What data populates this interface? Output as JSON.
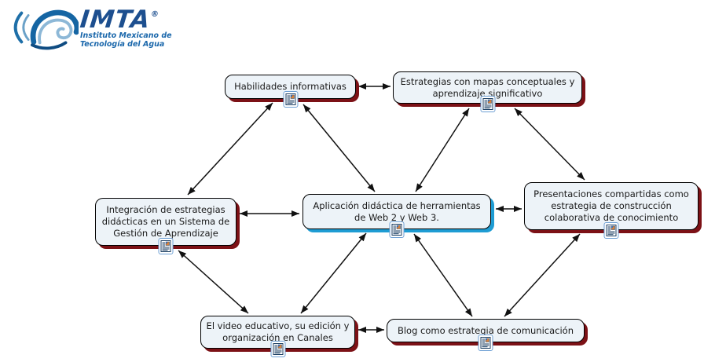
{
  "logo": {
    "brand": "IMTA",
    "registered": "®",
    "tagline_line1": "Instituto Mexicano de",
    "tagline_line2": "Tecnología del Agua"
  },
  "concept_map": {
    "nodes": [
      {
        "id": "habilidades",
        "label": "Habilidades informativas",
        "selected": false
      },
      {
        "id": "estrategias_mapas",
        "label": "Estrategias con mapas conceptuales y aprendizaje significativo",
        "selected": false
      },
      {
        "id": "integracion_sga",
        "label": "Integración de estrategias didácticas en un Sistema de Gestión de Aprendizaje",
        "selected": false
      },
      {
        "id": "aplicacion_web",
        "label": "Aplicación didáctica de herramientas de Web 2 y Web 3.",
        "selected": true
      },
      {
        "id": "presentaciones",
        "label": "Presentaciones compartidas como estrategia de construcción colaborativa de conocimiento",
        "selected": false
      },
      {
        "id": "video_educativo",
        "label": "El video educativo, su edición y organización en Canales",
        "selected": false
      },
      {
        "id": "blog",
        "label": "Blog como estrategia de comunicación",
        "selected": false
      }
    ],
    "edges": [
      {
        "from": "habilidades",
        "to": "estrategias_mapas",
        "points": [
          456,
          110,
          497,
          110
        ]
      },
      {
        "from": "habilidades",
        "to": "integracion_sga",
        "points": [
          347,
          131,
          239,
          248
        ]
      },
      {
        "from": "habilidades",
        "to": "aplicacion_web",
        "points": [
          386,
          133,
          477,
          244
        ]
      },
      {
        "from": "estrategias_mapas",
        "to": "aplicacion_web",
        "points": [
          597,
          138,
          529,
          244
        ]
      },
      {
        "from": "estrategias_mapas",
        "to": "presentaciones",
        "points": [
          655,
          138,
          744,
          229
        ]
      },
      {
        "from": "integracion_sga",
        "to": "aplicacion_web",
        "points": [
          305,
          272,
          381,
          272
        ]
      },
      {
        "from": "aplicacion_web",
        "to": "presentaciones",
        "points": [
          631,
          266,
          664,
          266
        ]
      },
      {
        "from": "integracion_sga",
        "to": "video_educativo",
        "points": [
          227,
          319,
          316,
          399
        ]
      },
      {
        "from": "aplicacion_web",
        "to": "video_educativo",
        "points": [
          466,
          297,
          383,
          399
        ]
      },
      {
        "from": "aplicacion_web",
        "to": "blog",
        "points": [
          527,
          298,
          601,
          403
        ]
      },
      {
        "from": "presentaciones",
        "to": "blog",
        "points": [
          738,
          298,
          642,
          403
        ]
      },
      {
        "from": "video_educativo",
        "to": "blog",
        "points": [
          456,
          420,
          489,
          420
        ]
      }
    ],
    "colors": {
      "node_fill": "#edf3f8",
      "node_border": "#000000",
      "shadow_default": "#7c1116",
      "shadow_selected": "#1e9cd3",
      "connector": "#111111",
      "logo_blue": "#1d4f8f"
    }
  }
}
